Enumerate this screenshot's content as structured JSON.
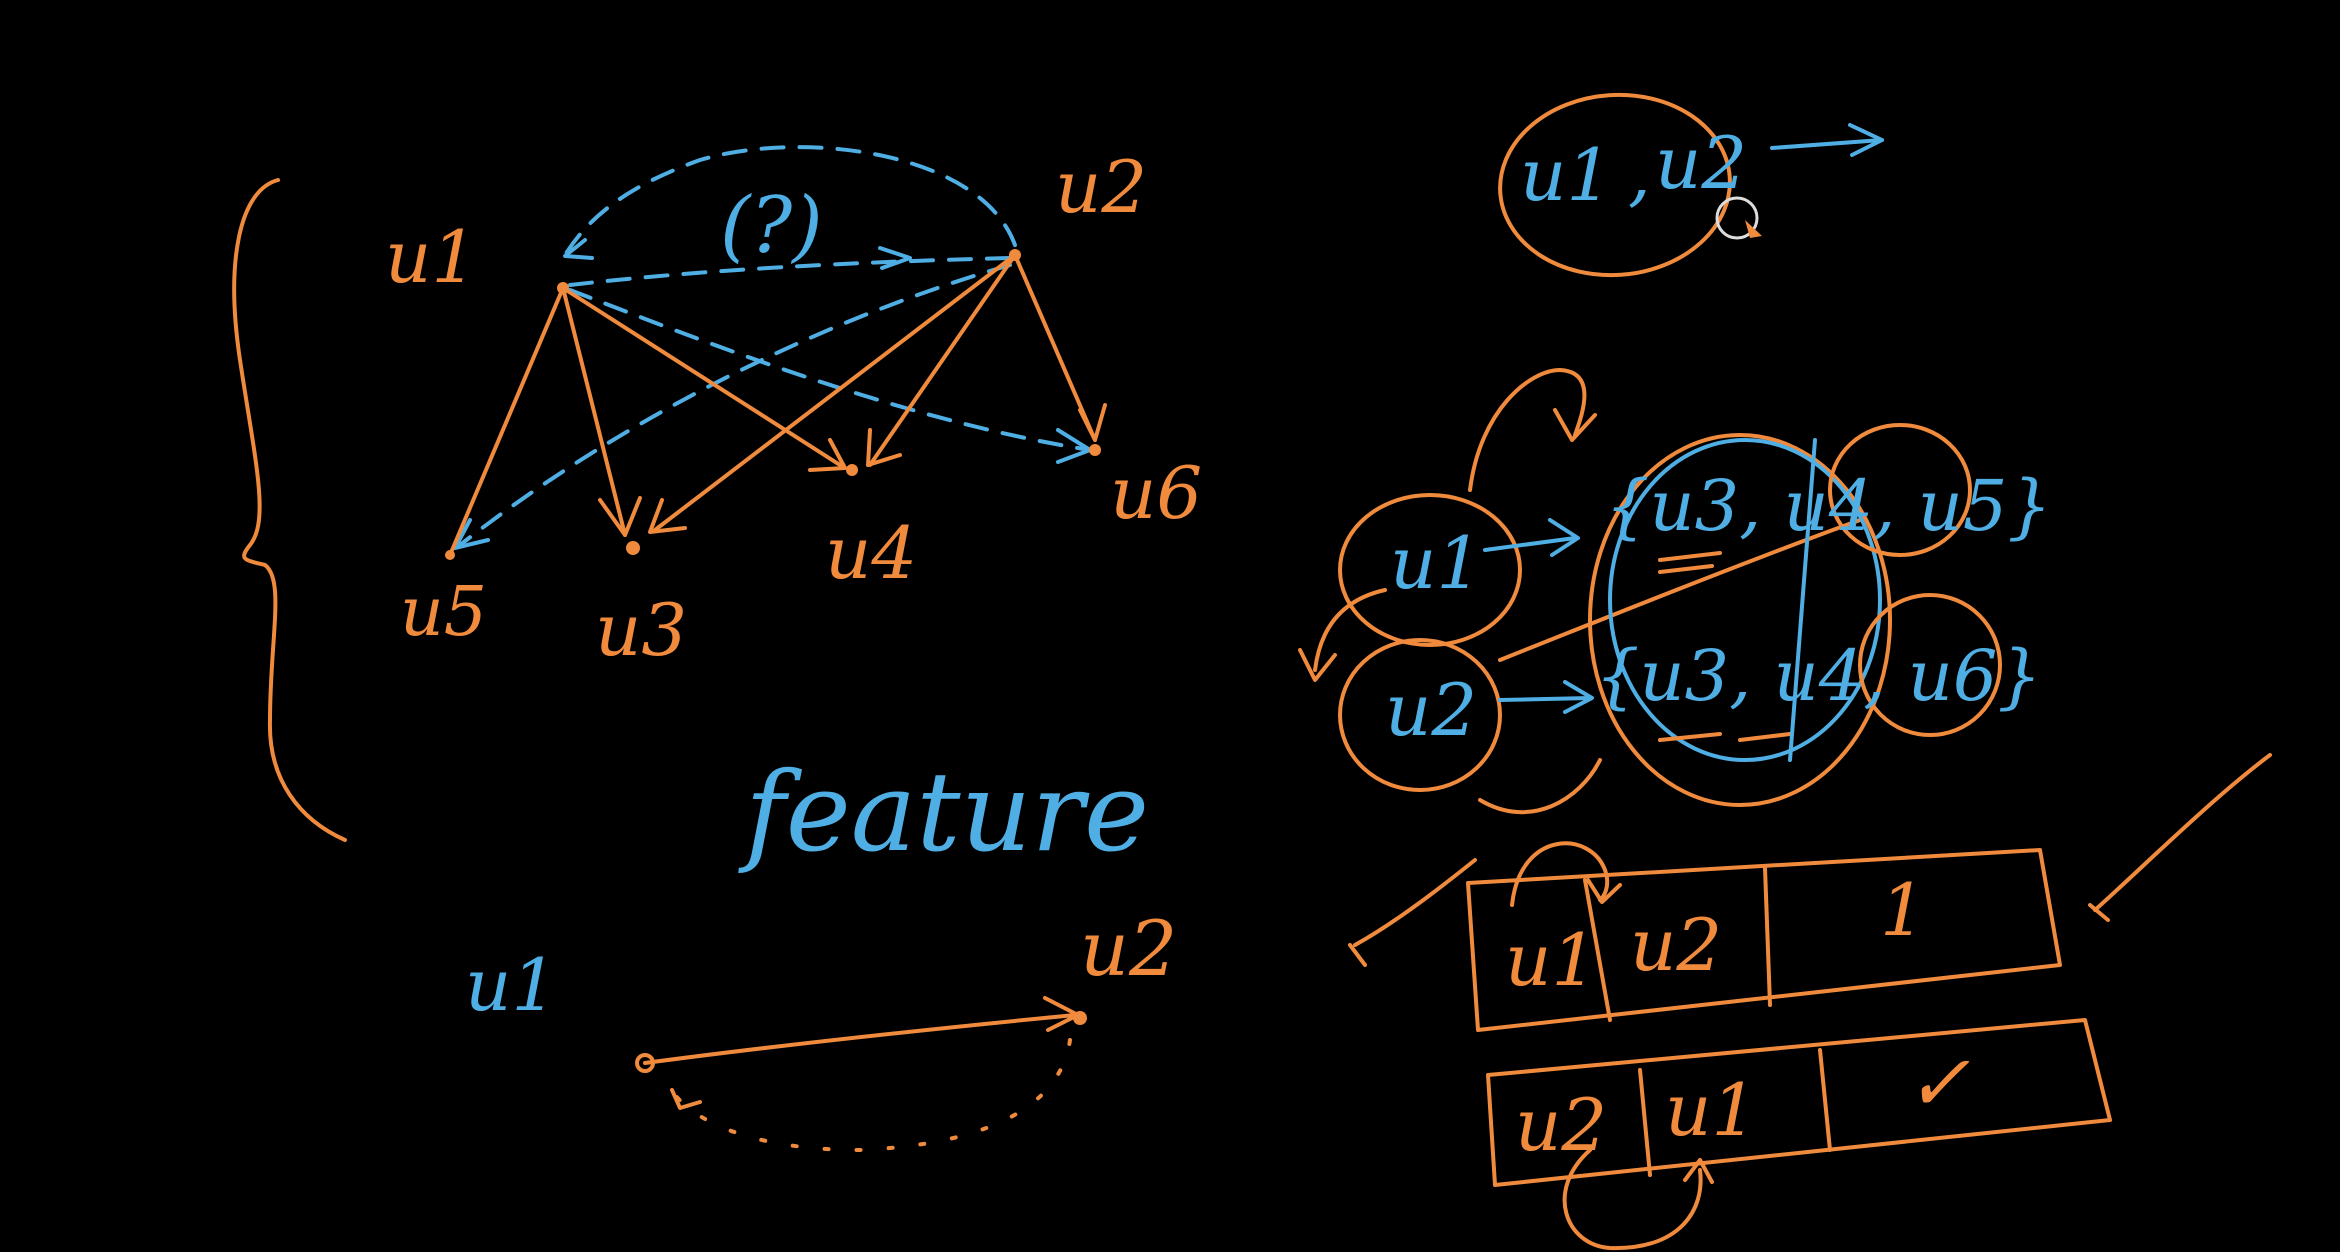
{
  "colors": {
    "background": "#000000",
    "orange": "#F08A3C",
    "blue": "#4FAEE3"
  },
  "graph": {
    "nodes": {
      "u1": "u1",
      "u2": "u2",
      "u3": "u3",
      "u4": "u4",
      "u5": "u5",
      "u6": "u6"
    },
    "question": "(?)"
  },
  "feature_label": "feature",
  "pair_diagram": {
    "left": "u1",
    "right": "u2"
  },
  "pair_ellipse": {
    "text_a": "u1",
    "text_sep": ",",
    "text_b": "u2"
  },
  "set_diagram": {
    "u1": "u1",
    "u2": "u2",
    "set1": "{u3, u4, u5}",
    "set2": "{u3, u4, u6}"
  },
  "table": {
    "row1": [
      "u1",
      "u2",
      "1"
    ],
    "row2": [
      "u2",
      "u1",
      "✓"
    ]
  }
}
